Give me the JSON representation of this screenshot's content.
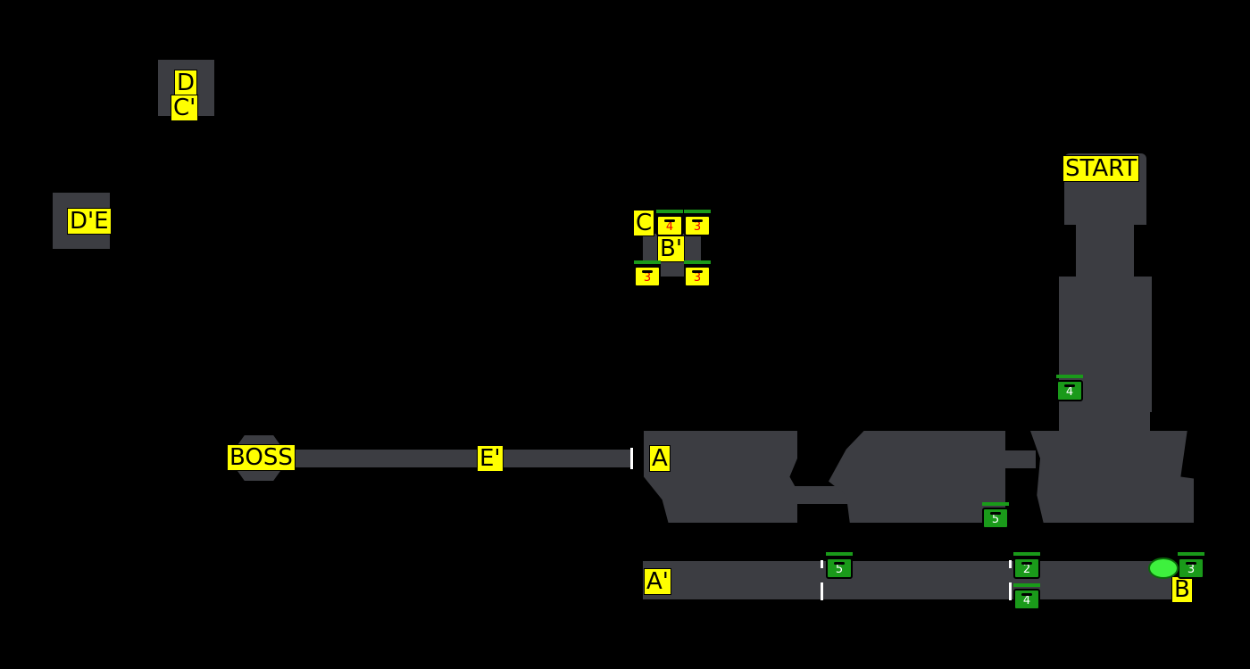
{
  "labels": {
    "start": "START",
    "a": "A",
    "a_prime": "A'",
    "b": "B",
    "b_prime": "B'",
    "c": "C",
    "c_prime": "C'",
    "d": "D",
    "d_prime_e": "D'E",
    "e_prime": "E'",
    "boss": "BOSS"
  },
  "chests": {
    "c_room_1": "4",
    "c_room_2": "3",
    "c_room_3": "3",
    "c_room_4": "3",
    "start_area": "4",
    "a_area": "5",
    "corridor_1": "5",
    "corridor_2": "2",
    "corridor_3": "4",
    "corridor_b": "3"
  },
  "colors": {
    "room": "#3c3d42",
    "label": "#ffff00",
    "chest_green": "#1a9a1a",
    "chest_yellow": "#ffff00"
  }
}
